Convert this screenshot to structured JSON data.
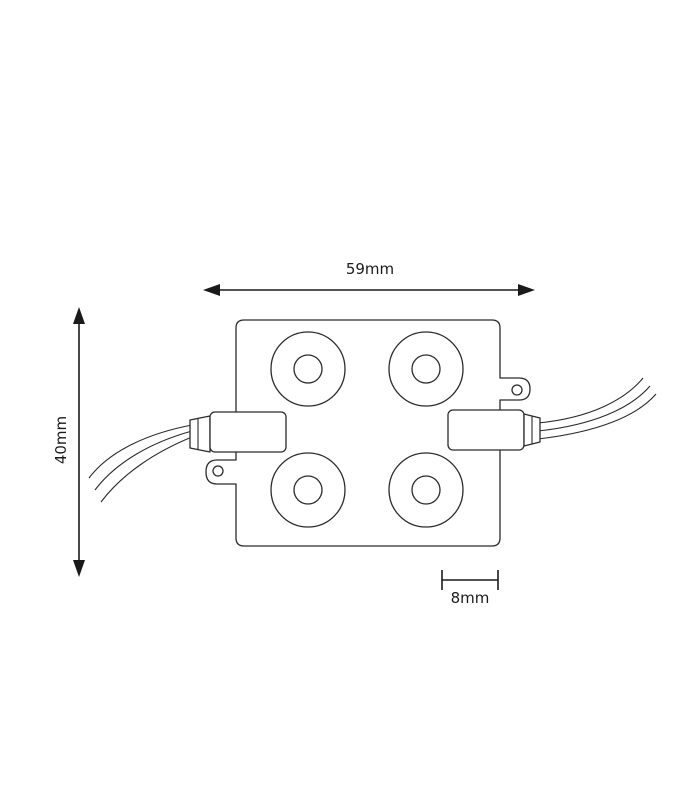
{
  "dimensions": {
    "width_label": "59mm",
    "height_label": "40mm",
    "lens_label": "8mm"
  }
}
